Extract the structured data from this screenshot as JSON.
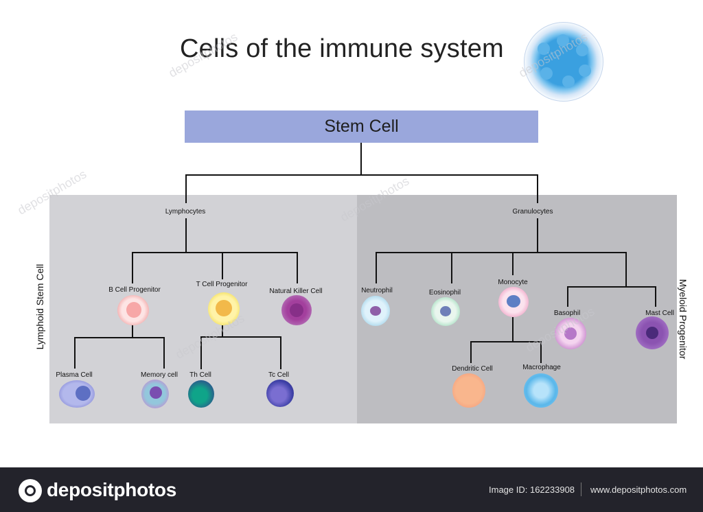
{
  "title": "Cells of the immune system",
  "stem_cell": "Stem Cell",
  "side_labels": {
    "left": "Lymphoid Stem Cell",
    "right": "Myeloid Progenitor"
  },
  "branches": {
    "lymphocytes": "Lymphocytes",
    "granulocytes": "Granulocytes"
  },
  "cells": {
    "b_cell_progenitor": "B Cell Progenitor",
    "t_cell_progenitor": "T Cell Progenitor",
    "natural_killer": "Natural Killer Cell",
    "plasma": "Plasma Cell",
    "memory": "Memory cell",
    "th": "Th Cell",
    "tc": "Tc Cell",
    "neutrophil": "Neutrophil",
    "eosinophil": "Eosinophil",
    "monocyte": "Monocyte",
    "basophil": "Basophil",
    "mast": "Mast Cell",
    "dendritic": "Dendritic Cell",
    "macrophage": "Macrophage"
  },
  "watermark": "depositphotos",
  "footer": {
    "logo_text": "depositphotos",
    "image_id": "Image ID: 162233908",
    "url": "www.depositphotos.com"
  },
  "colors": {
    "stem_box": "#9aa7dc",
    "left_panel": "#d2d2d6",
    "right_panel": "#bdbdc1",
    "footer": "#23232b"
  }
}
